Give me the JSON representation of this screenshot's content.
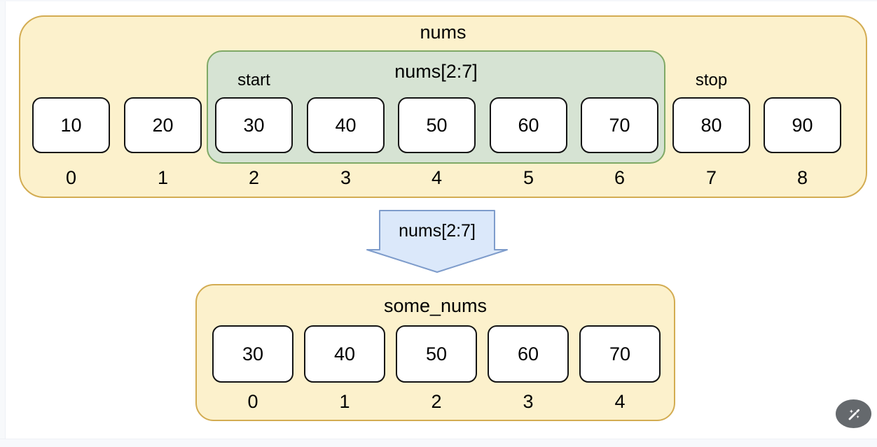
{
  "diagram": {
    "top_array": {
      "title": "nums",
      "cells": [
        {
          "value": "10",
          "index": "0"
        },
        {
          "value": "20",
          "index": "1"
        },
        {
          "value": "30",
          "index": "2"
        },
        {
          "value": "40",
          "index": "3"
        },
        {
          "value": "50",
          "index": "4"
        },
        {
          "value": "60",
          "index": "5"
        },
        {
          "value": "70",
          "index": "6"
        },
        {
          "value": "80",
          "index": "7"
        },
        {
          "value": "90",
          "index": "8"
        }
      ]
    },
    "slice_overlay": {
      "title": "nums[2:7]",
      "start_label": "start",
      "stop_label": "stop"
    },
    "arrow": {
      "label": "nums[2:7]"
    },
    "result_array": {
      "title": "some_nums",
      "cells": [
        {
          "value": "30",
          "index": "0"
        },
        {
          "value": "40",
          "index": "1"
        },
        {
          "value": "50",
          "index": "2"
        },
        {
          "value": "60",
          "index": "3"
        },
        {
          "value": "70",
          "index": "4"
        }
      ]
    }
  },
  "controls": {
    "magic_wand_button": {
      "icon": "magic-wand-icon"
    }
  },
  "colors": {
    "array_fill": "#FCF1CC",
    "array_border": "#D3AC52",
    "slice_fill": "#D6E3D3",
    "slice_border": "#7FA966",
    "arrow_fill": "#DBE8FA",
    "arrow_border": "#7E9CCB",
    "cell_fill": "#FFFFFF",
    "cell_border": "#141414",
    "button_fill": "#585C61"
  }
}
